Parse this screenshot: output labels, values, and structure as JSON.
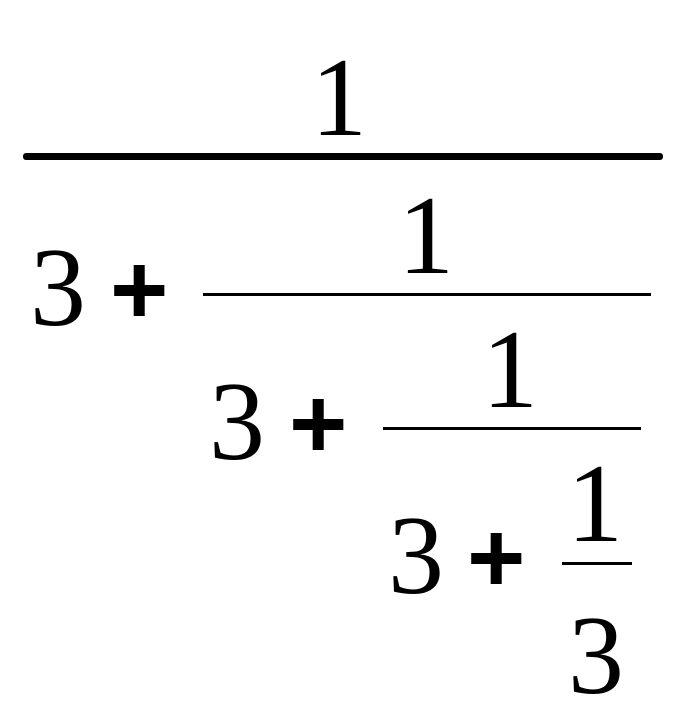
{
  "expression": {
    "level1": {
      "numerator": "1",
      "whole": "3",
      "operator": "+"
    },
    "level2": {
      "numerator": "1",
      "whole": "3",
      "operator": "+"
    },
    "level3": {
      "numerator": "1",
      "whole": "3",
      "operator": "+"
    },
    "level4": {
      "numerator": "1",
      "denominator": "3"
    }
  },
  "colors": {
    "ink": "#000000",
    "background": "#ffffff"
  }
}
